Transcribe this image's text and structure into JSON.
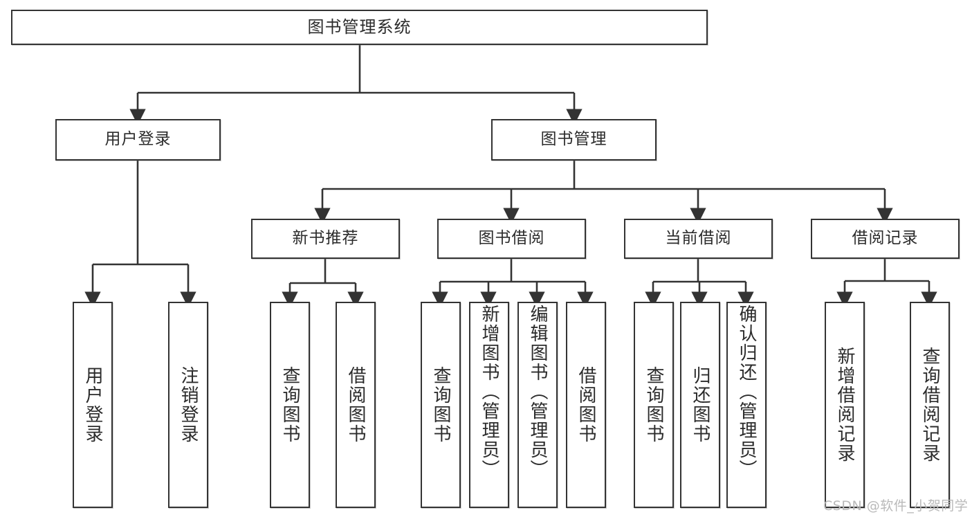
{
  "diagram": {
    "title": "图书管理系统",
    "type": "hierarchy-tree",
    "colors": {
      "border": "#333333",
      "fill": "#ffffff",
      "text": "#2b2b2b",
      "watermark": "#b9b9b9"
    }
  },
  "nodes": {
    "root": {
      "label": "图书管理系统"
    },
    "level2": [
      {
        "label": "用户登录"
      },
      {
        "label": "图书管理"
      }
    ],
    "level3": [
      {
        "label": "新书推荐"
      },
      {
        "label": "图书借阅"
      },
      {
        "label": "当前借阅"
      },
      {
        "label": "借阅记录"
      }
    ],
    "leaves": {
      "user_login": [
        {
          "label": "用户登录"
        },
        {
          "label": "注销登录"
        }
      ],
      "new_book": [
        {
          "label": "查询图书"
        },
        {
          "label": "借阅图书"
        }
      ],
      "book_borrow": [
        {
          "label": "查询图书"
        },
        {
          "label": "新增图书（管理员）"
        },
        {
          "label": "编辑图书（管理员）"
        },
        {
          "label": "借阅图书"
        }
      ],
      "current_borrow": [
        {
          "label": "查询图书"
        },
        {
          "label": "归还图书"
        },
        {
          "label": "确认归还（管理员）"
        }
      ],
      "borrow_record": [
        {
          "label": "新增借阅记录"
        },
        {
          "label": "查询借阅记录"
        }
      ]
    }
  },
  "watermark": {
    "text": "CSDN @软件_小贺同学"
  }
}
